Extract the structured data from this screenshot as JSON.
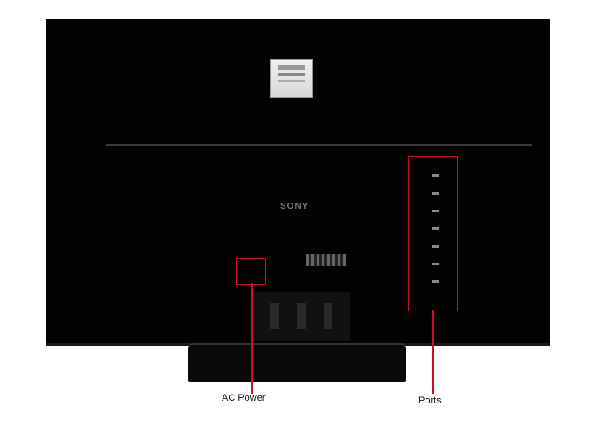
{
  "product": {
    "brand_logo": "SONY"
  },
  "annotations": [
    {
      "label": "AC Power",
      "color": "#c8102e"
    },
    {
      "label": "Ports",
      "color": "#c8102e"
    }
  ]
}
